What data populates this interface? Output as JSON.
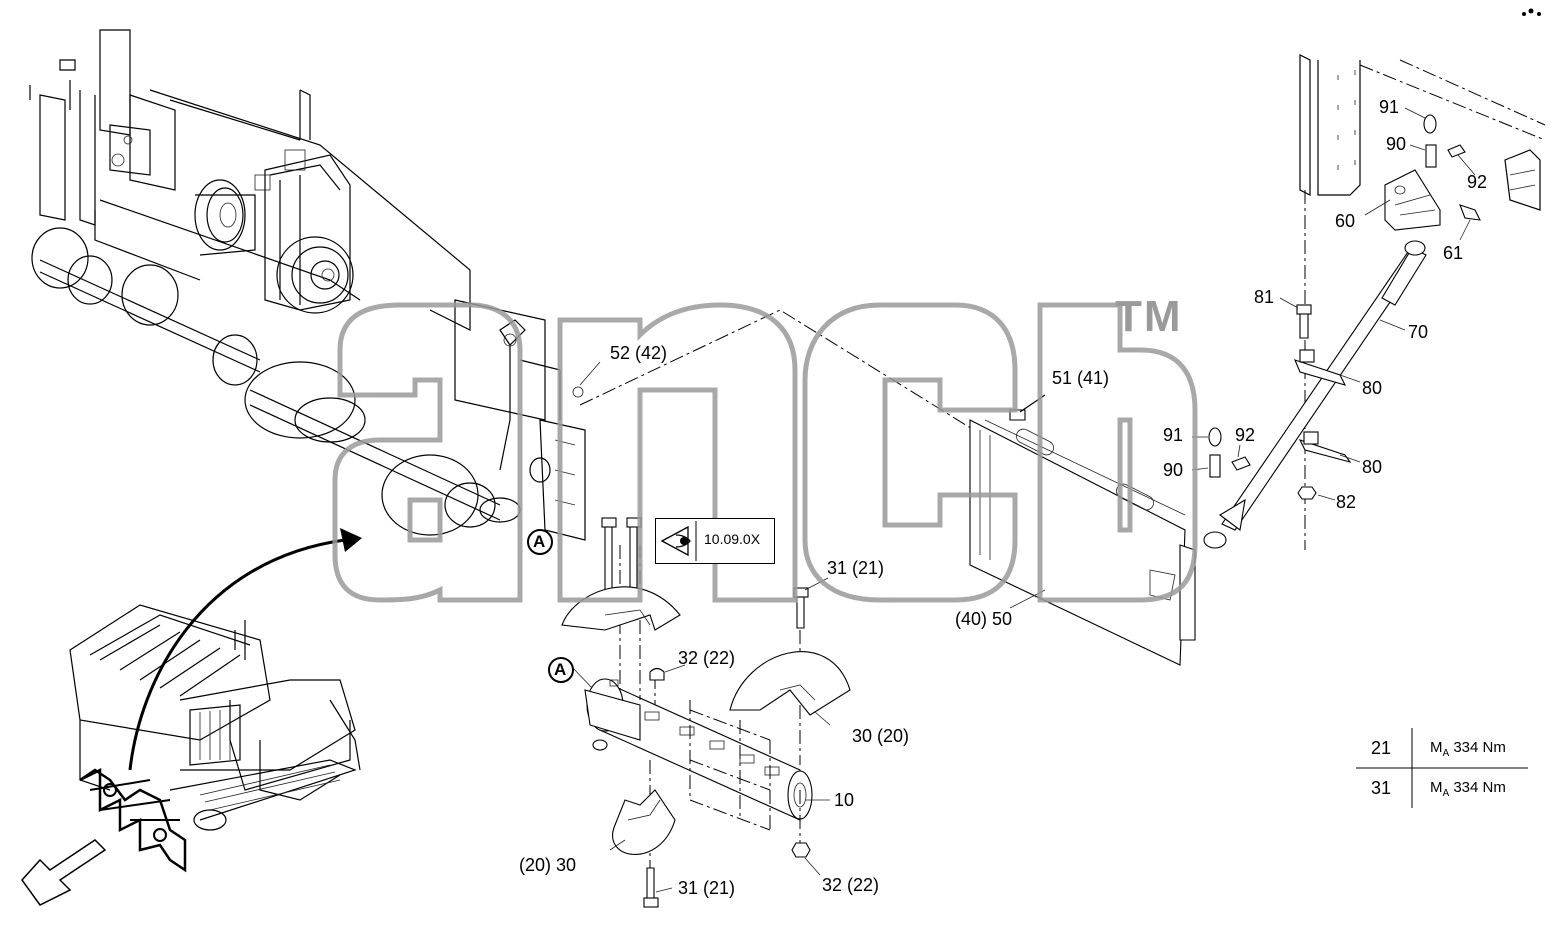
{
  "callouts": {
    "c52": "52 (42)",
    "c51": "51 (41)",
    "c91a": "91",
    "c90a": "90",
    "c92a": "92",
    "c60": "60",
    "c61": "61",
    "c81": "81",
    "c70": "70",
    "c80a": "80",
    "c80b": "80",
    "c91b": "91",
    "c92b": "92",
    "c90b": "90",
    "c82": "82",
    "c40": "(40) 50",
    "c31a": "31 (21)",
    "c32a": "32 (22)",
    "c30a": "30 (20)",
    "c10": "10",
    "c30b": "(20) 30",
    "c31b": "31 (21)",
    "c32b": "32 (22)",
    "markA1": "A",
    "markA2": "A"
  },
  "view_reference": {
    "label": "10.09.0X",
    "icon": "eye-icon"
  },
  "watermark": {
    "trademark": "TM"
  },
  "torque_table": {
    "rows": [
      {
        "key": "21",
        "symbol": "M",
        "subscript": "A",
        "value": "334 Nm"
      },
      {
        "key": "31",
        "symbol": "M",
        "subscript": "A",
        "value": "334 Nm"
      }
    ]
  },
  "colors": {
    "line": "#000000",
    "watermark": "#9a9a9a",
    "background": "#ffffff"
  }
}
